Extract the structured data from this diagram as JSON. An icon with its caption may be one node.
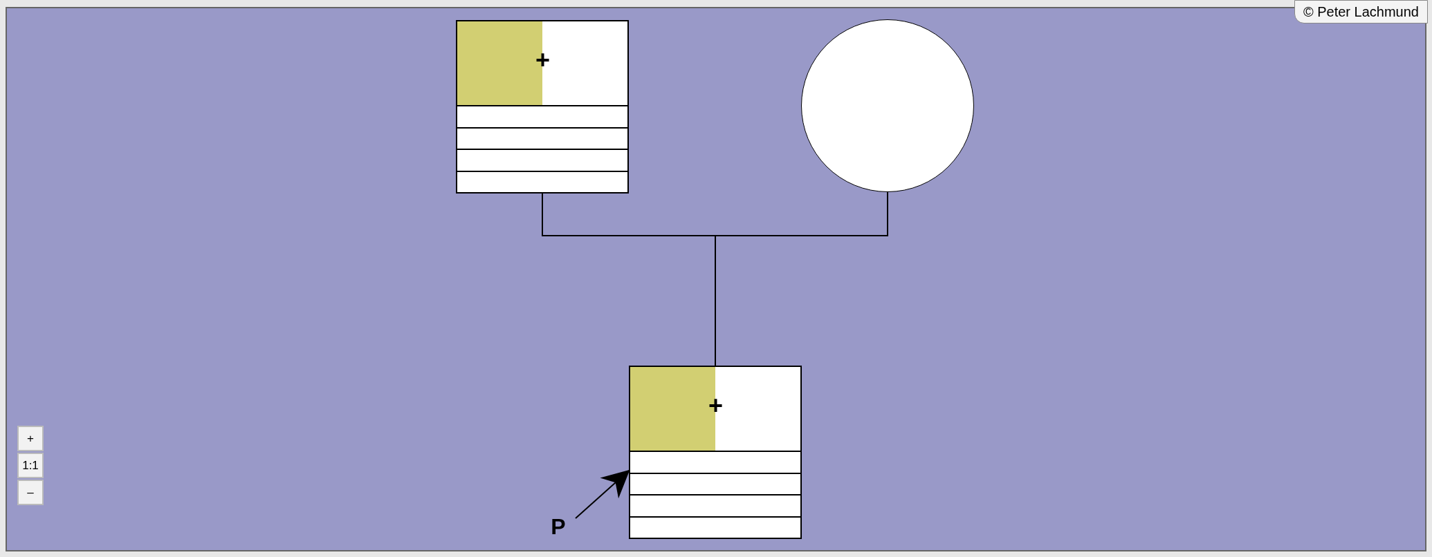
{
  "diagram": {
    "nodes": [
      {
        "text": [
          "+"
        ]
      },
      {
        "text": [],
        "shape": "circle"
      },
      {
        "text": [
          "+"
        ]
      },
      {
        "text": [
          "P"
        ]
      }
    ],
    "edges": [
      {
        "from": 0,
        "to": 2,
        "arrow": "none"
      },
      {
        "from": 1,
        "to": 2,
        "arrow": "none"
      },
      {
        "from": 3,
        "to": 2,
        "arrow": "to"
      }
    ],
    "labels": [
      "© Peter Lachmund",
      "+",
      "1:1",
      "–"
    ]
  }
}
